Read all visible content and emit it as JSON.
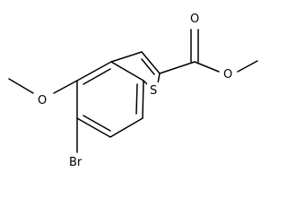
{
  "molecule": {
    "atoms": {
      "sulfur": "S",
      "bromine": "Br",
      "ester_carbonyl_oxygen": "O",
      "ester_ether_oxygen": "O",
      "methoxy_oxygen": "O"
    }
  },
  "colors": {
    "stroke": "#000000",
    "background": "#ffffff"
  }
}
